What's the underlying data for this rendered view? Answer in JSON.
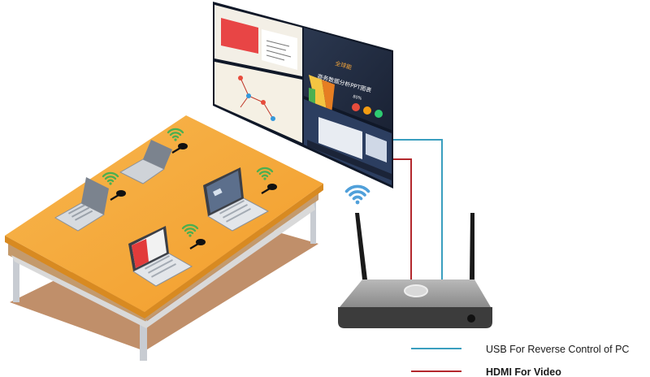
{
  "colors": {
    "usb_line": "#3a9fbf",
    "hdmi_line": "#b3282d",
    "table_top": "#f4a83a",
    "table_shadow": "#b9835a",
    "receiver_body": "#9b9b9b",
    "receiver_base": "#3c3c3c"
  },
  "screen": {
    "slide_title_cn": "商务数据分析PPT图表",
    "slide_subtitle_cn": "全球能",
    "slide_percent": "80%"
  },
  "legend": {
    "usb_label": "USB For Reverse Control of PC",
    "hdmi_label": "HDMI For Video"
  },
  "icons": {
    "wifi": "wifi-icon",
    "dongle": "wireless-dongle-icon",
    "laptop": "laptop-icon",
    "receiver": "receiver-box-icon"
  }
}
